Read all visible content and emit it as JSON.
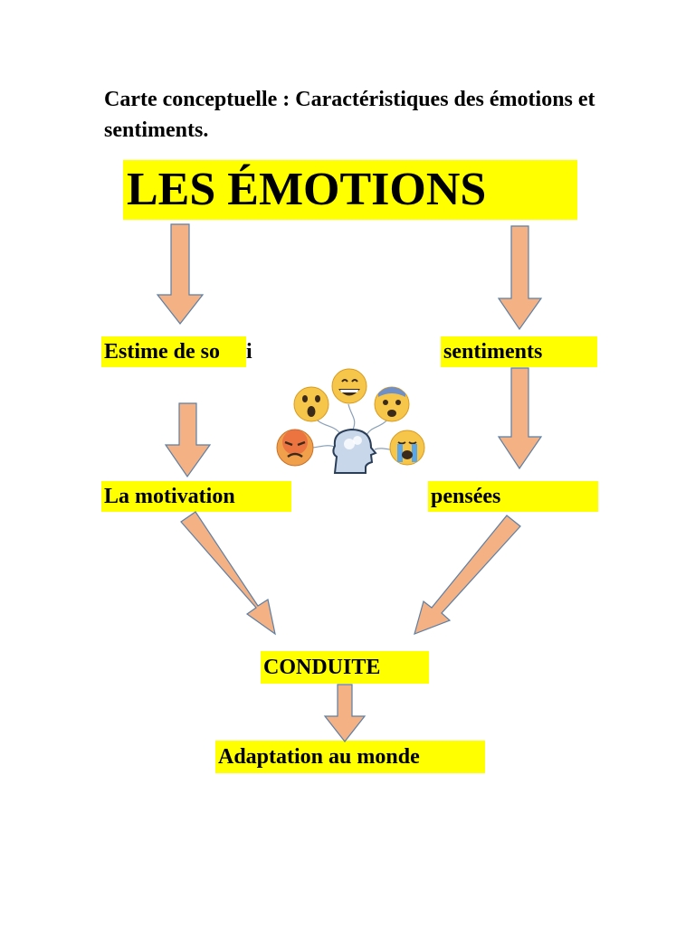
{
  "title": "Carte conceptuelle : Caractéristiques des émotions et sentiments.",
  "nodes": {
    "main": "LES ÉMOTIONS",
    "estime_highlight": "Estime de so",
    "estime_tail": "i",
    "sentiments": "sentiments",
    "motivation": "La  motivation",
    "pensees": "pensées",
    "conduite": "CONDUITE",
    "adaptation": "Adaptation au monde"
  },
  "colors": {
    "highlight": "#ffff00",
    "arrow_fill": "#f4b183",
    "arrow_stroke": "#5b7fa6"
  },
  "icons": [
    "surprised-face-icon",
    "grinning-face-icon",
    "fearful-face-icon",
    "angry-face-icon",
    "head-silhouette-icon",
    "crying-face-icon"
  ]
}
